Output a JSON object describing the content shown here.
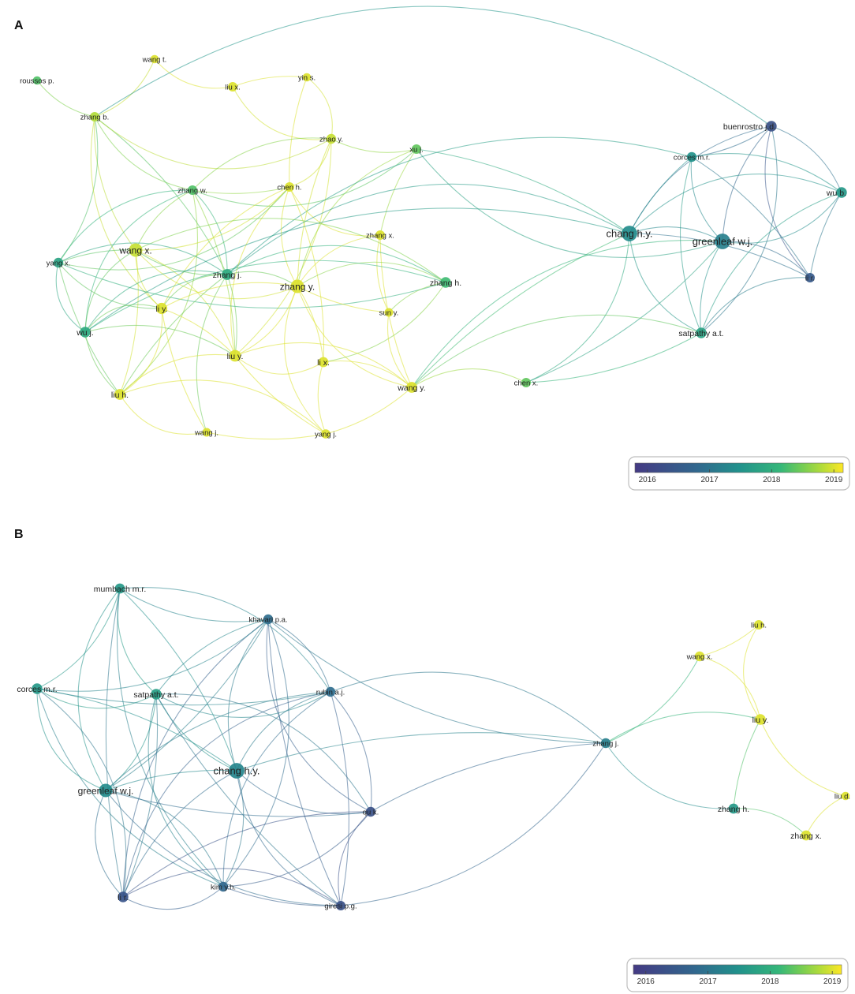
{
  "panels": [
    {
      "label": "A",
      "legend": {
        "ticks": [
          "2016",
          "2017",
          "2018",
          "2019"
        ],
        "tick_values": [
          2016,
          2017,
          2018,
          2019
        ],
        "range": [
          2015.8,
          2019.15
        ]
      },
      "nodes": [
        {
          "id": "roussos p.",
          "year": 2018.3,
          "weight": 1
        },
        {
          "id": "wang t.",
          "year": 2019,
          "weight": 1
        },
        {
          "id": "liu x.",
          "year": 2019,
          "weight": 1.3
        },
        {
          "id": "yin s.",
          "year": 2019,
          "weight": 1
        },
        {
          "id": "zhang b.",
          "year": 2018.8,
          "weight": 1.3
        },
        {
          "id": "zhao y.",
          "year": 2018.9,
          "weight": 1.4
        },
        {
          "id": "xu j.",
          "year": 2018.4,
          "weight": 1.3
        },
        {
          "id": "buenrostro j.d.",
          "year": 2016.3,
          "weight": 1.6
        },
        {
          "id": "corces m.r.",
          "year": 2017.5,
          "weight": 1.4
        },
        {
          "id": "wu b.",
          "year": 2017.6,
          "weight": 1.6
        },
        {
          "id": "zhang w.",
          "year": 2018.3,
          "weight": 1.3
        },
        {
          "id": "chen h.",
          "year": 2019,
          "weight": 1.3
        },
        {
          "id": "wang x.",
          "year": 2018.9,
          "weight": 2.4
        },
        {
          "id": "zhang x.",
          "year": 2019,
          "weight": 1.3
        },
        {
          "id": "chang h.y.",
          "year": 2017.4,
          "weight": 3
        },
        {
          "id": "greenleaf w.j.",
          "year": 2017.2,
          "weight": 3
        },
        {
          "id": "yang x.",
          "year": 2017.8,
          "weight": 1.4
        },
        {
          "id": "zhang j.",
          "year": 2017.9,
          "weight": 1.7
        },
        {
          "id": "zhang y.",
          "year": 2019,
          "weight": 2.4
        },
        {
          "id": "zhang h.",
          "year": 2018.2,
          "weight": 1.6
        },
        {
          "id": "li r.",
          "year": 2016.5,
          "weight": 1.3
        },
        {
          "id": "li y.",
          "year": 2019,
          "weight": 1.8
        },
        {
          "id": "sun y.",
          "year": 2019,
          "weight": 1.1
        },
        {
          "id": "wu j.",
          "year": 2017.9,
          "weight": 1.6
        },
        {
          "id": "satpathy a.t.",
          "year": 2017.8,
          "weight": 1.6
        },
        {
          "id": "liu y.",
          "year": 2019,
          "weight": 1.9
        },
        {
          "id": "li x.",
          "year": 2019,
          "weight": 1.5
        },
        {
          "id": "chen x.",
          "year": 2018.4,
          "weight": 1.3
        },
        {
          "id": "wang y.",
          "year": 2019,
          "weight": 1.7
        },
        {
          "id": "liu h.",
          "year": 2019,
          "weight": 1.7
        },
        {
          "id": "wang j.",
          "year": 2019,
          "weight": 1.1
        },
        {
          "id": "yang j.",
          "year": 2019,
          "weight": 1.2
        }
      ],
      "edges": [
        [
          "roussos p.",
          "zhang b."
        ],
        [
          "wang t.",
          "zhang b."
        ],
        [
          "wang t.",
          "liu x."
        ],
        [
          "liu x.",
          "yin s."
        ],
        [
          "liu x.",
          "zhao y."
        ],
        [
          "yin s.",
          "zhao y."
        ],
        [
          "yin s.",
          "chen h."
        ],
        [
          "zhang b.",
          "zhang w."
        ],
        [
          "zhang b.",
          "wang x."
        ],
        [
          "zhang b.",
          "yang x."
        ],
        [
          "zhang b.",
          "li y."
        ],
        [
          "zhang b.",
          "zhang j."
        ],
        [
          "zhang b.",
          "zhao y."
        ],
        [
          "zhao y.",
          "chen h."
        ],
        [
          "zhao y.",
          "zhang y."
        ],
        [
          "zhao y.",
          "zhang w."
        ],
        [
          "zhao y.",
          "xu j."
        ],
        [
          "zhao y.",
          "liu y."
        ],
        [
          "xu j.",
          "zhang y."
        ],
        [
          "xu j.",
          "chang h.y."
        ],
        [
          "xu j.",
          "greenleaf w.j."
        ],
        [
          "xu j.",
          "zhang w."
        ],
        [
          "xu j.",
          "zhang x."
        ],
        [
          "buenrostro j.d.",
          "chang h.y."
        ],
        [
          "buenrostro j.d.",
          "greenleaf w.j."
        ],
        [
          "buenrostro j.d.",
          "wu b."
        ],
        [
          "buenrostro j.d.",
          "li r."
        ],
        [
          "buenrostro j.d.",
          "corces m.r."
        ],
        [
          "buenrostro j.d.",
          "zhang b."
        ],
        [
          "buenrostro j.d.",
          "satpathy a.t."
        ],
        [
          "corces m.r.",
          "chang h.y."
        ],
        [
          "corces m.r.",
          "greenleaf w.j."
        ],
        [
          "corces m.r.",
          "satpathy a.t."
        ],
        [
          "corces m.r.",
          "wu b."
        ],
        [
          "corces m.r.",
          "zhang j."
        ],
        [
          "corces m.r.",
          "li r."
        ],
        [
          "wu b.",
          "chang h.y."
        ],
        [
          "wu b.",
          "greenleaf w.j."
        ],
        [
          "wu b.",
          "li r."
        ],
        [
          "wu b.",
          "satpathy a.t."
        ],
        [
          "zhang w.",
          "wang x."
        ],
        [
          "zhang w.",
          "zhang j."
        ],
        [
          "zhang w.",
          "yang x."
        ],
        [
          "zhang w.",
          "liu y."
        ],
        [
          "zhang w.",
          "wu j."
        ],
        [
          "zhang w.",
          "liu h."
        ],
        [
          "zhang w.",
          "chen h."
        ],
        [
          "chen h.",
          "zhang y."
        ],
        [
          "chen h.",
          "li y."
        ],
        [
          "chen h.",
          "wang x."
        ],
        [
          "chen h.",
          "liu y."
        ],
        [
          "chen h.",
          "li x."
        ],
        [
          "chen h.",
          "zhang x."
        ],
        [
          "chen h.",
          "yang x."
        ],
        [
          "wang x.",
          "yang x."
        ],
        [
          "wang x.",
          "li y."
        ],
        [
          "wang x.",
          "zhang j."
        ],
        [
          "wang x.",
          "liu y."
        ],
        [
          "wang x.",
          "wu j."
        ],
        [
          "wang x.",
          "liu h."
        ],
        [
          "wang x.",
          "zhang y."
        ],
        [
          "wang x.",
          "zhang h."
        ],
        [
          "zhang x.",
          "wang y."
        ],
        [
          "zhang x.",
          "zhang y."
        ],
        [
          "zhang x.",
          "sun y."
        ],
        [
          "chang h.y.",
          "greenleaf w.j."
        ],
        [
          "chang h.y.",
          "satpathy a.t."
        ],
        [
          "chang h.y.",
          "li r."
        ],
        [
          "chang h.y.",
          "zhang j."
        ],
        [
          "chang h.y.",
          "chen x."
        ],
        [
          "chang h.y.",
          "wang y."
        ],
        [
          "chang h.y.",
          "wu j."
        ],
        [
          "greenleaf w.j.",
          "satpathy a.t."
        ],
        [
          "greenleaf w.j.",
          "li r."
        ],
        [
          "greenleaf w.j.",
          "wang y."
        ],
        [
          "greenleaf w.j.",
          "chen x."
        ],
        [
          "yang x.",
          "wu j."
        ],
        [
          "yang x.",
          "zhang j."
        ],
        [
          "yang x.",
          "liu h."
        ],
        [
          "yang x.",
          "li y."
        ],
        [
          "yang x.",
          "zhang h."
        ],
        [
          "zhang j.",
          "zhang y."
        ],
        [
          "zhang j.",
          "li y."
        ],
        [
          "zhang j.",
          "liu y."
        ],
        [
          "zhang j.",
          "wu j."
        ],
        [
          "zhang j.",
          "zhang h."
        ],
        [
          "zhang j.",
          "liu h."
        ],
        [
          "zhang j.",
          "wang j."
        ],
        [
          "zhang y.",
          "li y."
        ],
        [
          "zhang y.",
          "liu y."
        ],
        [
          "zhang y.",
          "wang y."
        ],
        [
          "zhang y.",
          "li x."
        ],
        [
          "zhang y.",
          "yang j."
        ],
        [
          "zhang y.",
          "zhang h."
        ],
        [
          "zhang y.",
          "sun y."
        ],
        [
          "zhang h.",
          "wu j."
        ],
        [
          "zhang h.",
          "sun y."
        ],
        [
          "zhang h.",
          "li x."
        ],
        [
          "li r.",
          "satpathy a.t."
        ],
        [
          "li y.",
          "liu y."
        ],
        [
          "li y.",
          "wu j."
        ],
        [
          "li y.",
          "liu h."
        ],
        [
          "li y.",
          "wang j."
        ],
        [
          "sun y.",
          "wang y."
        ],
        [
          "wu j.",
          "liu h."
        ],
        [
          "wu j.",
          "liu y."
        ],
        [
          "satpathy a.t.",
          "wang y."
        ],
        [
          "satpathy a.t.",
          "chen x."
        ],
        [
          "liu y.",
          "li x."
        ],
        [
          "liu y.",
          "wang y."
        ],
        [
          "liu y.",
          "yang j."
        ],
        [
          "liu y.",
          "liu h."
        ],
        [
          "li x.",
          "yang j."
        ],
        [
          "li x.",
          "wang y."
        ],
        [
          "chen x.",
          "wang y."
        ],
        [
          "wang y.",
          "yang j."
        ],
        [
          "liu h.",
          "wang j."
        ],
        [
          "liu h.",
          "yang j."
        ],
        [
          "wang j.",
          "yang j."
        ]
      ]
    },
    {
      "label": "B",
      "legend": {
        "ticks": [
          "2016",
          "2017",
          "2018",
          "2019"
        ],
        "tick_values": [
          2016,
          2017,
          2018,
          2019
        ],
        "range": [
          2015.8,
          2019.15
        ]
      },
      "nodes": [
        {
          "id": "mumbach m.r.",
          "year": 2017.6,
          "weight": 1.5
        },
        {
          "id": "khavari p.a.",
          "year": 2016.9,
          "weight": 1.4
        },
        {
          "id": "liu h.",
          "year": 2019,
          "weight": 1.3
        },
        {
          "id": "wang x.",
          "year": 2019,
          "weight": 1.4
        },
        {
          "id": "corces m.r.",
          "year": 2017.6,
          "weight": 1.6
        },
        {
          "id": "satpathy a.t.",
          "year": 2017.7,
          "weight": 1.6
        },
        {
          "id": "rubin a.j.",
          "year": 2016.9,
          "weight": 1.4
        },
        {
          "id": "liu y.",
          "year": 2019,
          "weight": 1.6
        },
        {
          "id": "zhang j.",
          "year": 2017.2,
          "weight": 1.4
        },
        {
          "id": "chang h.y.",
          "year": 2017.3,
          "weight": 3
        },
        {
          "id": "greenleaf w.j.",
          "year": 2017.4,
          "weight": 2.4
        },
        {
          "id": "qu k.",
          "year": 2016.3,
          "weight": 1.4
        },
        {
          "id": "liu d.",
          "year": 2019,
          "weight": 1
        },
        {
          "id": "zhang h.",
          "year": 2017.6,
          "weight": 1.5
        },
        {
          "id": "zhang x.",
          "year": 2019,
          "weight": 1.5
        },
        {
          "id": "li r.",
          "year": 2016.4,
          "weight": 1.6
        },
        {
          "id": "kim y.h.",
          "year": 2016.8,
          "weight": 1.4
        },
        {
          "id": "giresi p.g.",
          "year": 2016.3,
          "weight": 1.3
        }
      ],
      "edges": [
        [
          "mumbach m.r.",
          "khavari p.a."
        ],
        [
          "mumbach m.r.",
          "corces m.r."
        ],
        [
          "mumbach m.r.",
          "satpathy a.t."
        ],
        [
          "mumbach m.r.",
          "chang h.y."
        ],
        [
          "mumbach m.r.",
          "greenleaf w.j."
        ],
        [
          "mumbach m.r.",
          "rubin a.j."
        ],
        [
          "mumbach m.r.",
          "li r."
        ],
        [
          "mumbach m.r.",
          "kim y.h."
        ],
        [
          "khavari p.a.",
          "satpathy a.t."
        ],
        [
          "khavari p.a.",
          "rubin a.j."
        ],
        [
          "khavari p.a.",
          "chang h.y."
        ],
        [
          "khavari p.a.",
          "greenleaf w.j."
        ],
        [
          "khavari p.a.",
          "qu k."
        ],
        [
          "khavari p.a.",
          "kim y.h."
        ],
        [
          "khavari p.a.",
          "giresi p.g."
        ],
        [
          "khavari p.a.",
          "li r."
        ],
        [
          "khavari p.a.",
          "zhang j."
        ],
        [
          "khavari p.a.",
          "corces m.r."
        ],
        [
          "corces m.r.",
          "satpathy a.t."
        ],
        [
          "corces m.r.",
          "chang h.y."
        ],
        [
          "corces m.r.",
          "greenleaf w.j."
        ],
        [
          "corces m.r.",
          "li r."
        ],
        [
          "corces m.r.",
          "rubin a.j."
        ],
        [
          "corces m.r.",
          "kim y.h."
        ],
        [
          "satpathy a.t.",
          "chang h.y."
        ],
        [
          "satpathy a.t.",
          "greenleaf w.j."
        ],
        [
          "satpathy a.t.",
          "rubin a.j."
        ],
        [
          "satpathy a.t.",
          "li r."
        ],
        [
          "satpathy a.t.",
          "kim y.h."
        ],
        [
          "satpathy a.t.",
          "qu k."
        ],
        [
          "satpathy a.t.",
          "giresi p.g."
        ],
        [
          "rubin a.j.",
          "chang h.y."
        ],
        [
          "rubin a.j.",
          "greenleaf w.j."
        ],
        [
          "rubin a.j.",
          "qu k."
        ],
        [
          "rubin a.j.",
          "kim y.h."
        ],
        [
          "rubin a.j.",
          "giresi p.g."
        ],
        [
          "rubin a.j.",
          "li r."
        ],
        [
          "rubin a.j.",
          "zhang j."
        ],
        [
          "chang h.y.",
          "greenleaf w.j."
        ],
        [
          "chang h.y.",
          "qu k."
        ],
        [
          "chang h.y.",
          "li r."
        ],
        [
          "chang h.y.",
          "kim y.h."
        ],
        [
          "chang h.y.",
          "giresi p.g."
        ],
        [
          "chang h.y.",
          "zhang j."
        ],
        [
          "greenleaf w.j.",
          "li r."
        ],
        [
          "greenleaf w.j.",
          "kim y.h."
        ],
        [
          "greenleaf w.j.",
          "qu k."
        ],
        [
          "greenleaf w.j.",
          "giresi p.g."
        ],
        [
          "qu k.",
          "li r."
        ],
        [
          "qu k.",
          "kim y.h."
        ],
        [
          "qu k.",
          "giresi p.g."
        ],
        [
          "qu k.",
          "zhang j."
        ],
        [
          "li r.",
          "kim y.h."
        ],
        [
          "li r.",
          "giresi p.g."
        ],
        [
          "kim y.h.",
          "giresi p.g."
        ],
        [
          "giresi p.g.",
          "zhang j."
        ],
        [
          "zhang j.",
          "wang x."
        ],
        [
          "zhang j.",
          "liu y."
        ],
        [
          "zhang j.",
          "zhang h."
        ],
        [
          "liu h.",
          "wang x."
        ],
        [
          "liu h.",
          "liu y."
        ],
        [
          "wang x.",
          "liu y."
        ],
        [
          "liu y.",
          "zhang h."
        ],
        [
          "liu y.",
          "liu d."
        ],
        [
          "liu d.",
          "zhang x."
        ],
        [
          "zhang h.",
          "zhang x."
        ]
      ]
    }
  ]
}
